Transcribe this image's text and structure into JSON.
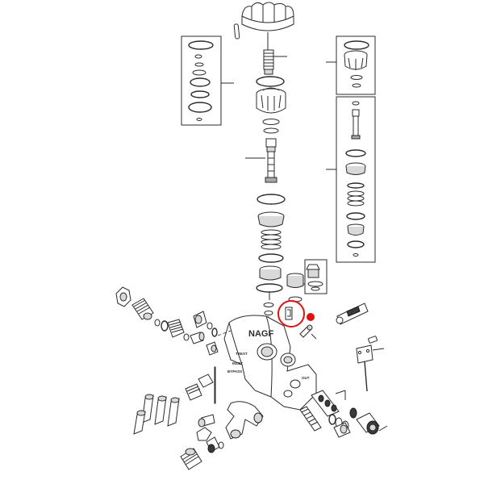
{
  "diagram": {
    "type": "exploded-parts-view",
    "subject": "pressure washer pump manifold assembly",
    "body_labels": [
      "NAGF",
      "TREST",
      "INLET",
      "OUT",
      "BYPASS"
    ],
    "highlight": {
      "color": "#e01010",
      "marker": "red-circle-and-dot"
    }
  }
}
